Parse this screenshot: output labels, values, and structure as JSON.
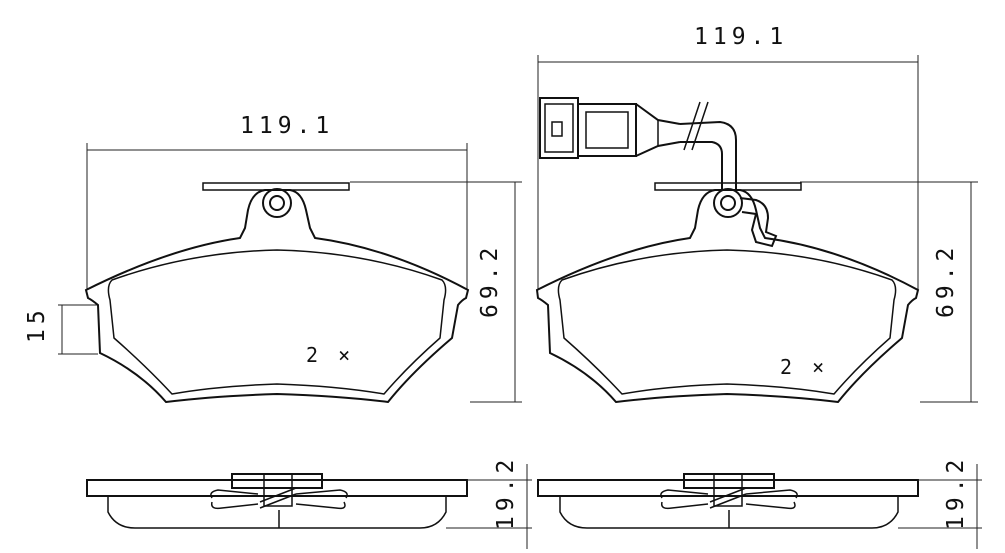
{
  "colors": {
    "background": "#ffffff",
    "line": "#111111"
  },
  "pad_left": {
    "width_label": "119.1",
    "height_label": "69.2",
    "tab_label": "15",
    "quantity_label": "2 ×"
  },
  "pad_right": {
    "width_label": "119.1",
    "height_label": "69.2",
    "quantity_label": "2 ×",
    "has_wear_sensor": true
  },
  "side_views": {
    "left_thickness_label": "19.2",
    "right_thickness_label": "19.2"
  }
}
